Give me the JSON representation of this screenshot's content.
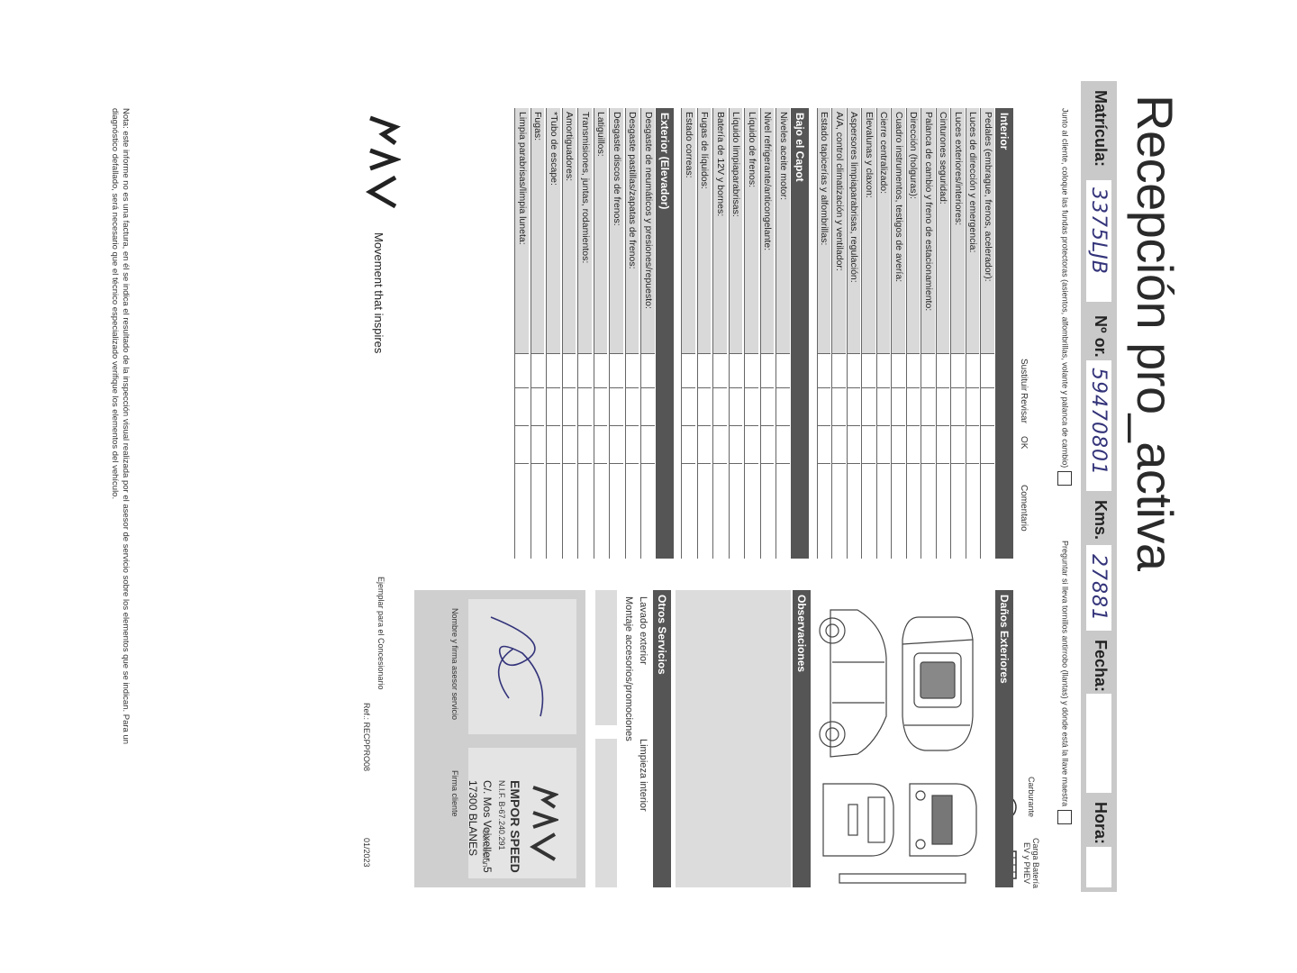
{
  "title": "Recepción pro_activa",
  "header": {
    "matricula_label": "Matrícula:",
    "matricula_value": "3375LJB",
    "nor_label": "Nº or.",
    "nor_value": "59470801",
    "kms_label": "Kms.",
    "kms_value": "27881",
    "fecha_label": "Fecha:",
    "hora_label": "Hora:"
  },
  "note_lines": [
    "Nota: este informe no es una factura, en él se indica el resultado de la inspección visual realizada por el asesor de servicio sobre los elementos que se indican. Para un",
    "diagnóstico defallado, será necesario que el técnico especializado verifique los elementos del vehículo."
  ],
  "instruction": "Junto al cliente, coloque las fundas protectoras (asientos, alfombrillas, volante y palanca de cambio)",
  "question": "Preguntar si lleva tornillos antirrobo (llantas) y dónde está la llave maestra",
  "fuel_label": "Carburante",
  "battery_label": "Carga Batería EV y PHEV",
  "column_headers": {
    "sustituir": "Sustituir",
    "revisar": "Revisar",
    "ok": "OK",
    "comentario": "Comentario"
  },
  "sections": {
    "interior": {
      "title": "Interior",
      "items": [
        "Pedales (embrague, frenos, acelerador):",
        "Luces de dirección y emergencia:",
        "Luces exteriores/interiores:",
        "Cinturones seguridad:",
        "Palanca de cambio y freno de estacionamiento:",
        "Dirección (holguras):",
        "Cuadro instrumentos, testigos de avería:",
        "Cierre centralizado:",
        "Elevalunas y claxon:",
        "Aspersores limpiaparabrisas, regulación:",
        "A/A, control climatización y ventilador:",
        "Estado tapicerías y alfombrillas:"
      ]
    },
    "bajo_capot": {
      "title": "Bajo el Capot",
      "items": [
        "Niveles aceite motor:",
        "Nivel refrigerante/anticongelante:",
        "Líquido de frenos:",
        "Líquido limpiaparabrisas:",
        "Batería de 12V y bornes:",
        "Fugas de líquidos:",
        "Estado correas:"
      ]
    },
    "exterior": {
      "title": "Exterior (Elevador)",
      "items": [
        "Desgaste de neumáticos y presiones/repuesto:",
        "Desgaste pastillas/zapatas de frenos:",
        "Desgaste discos de frenos:",
        "Latiguillos:",
        "Transmisiones, juntas, rodamientos:",
        "Amortiguadores:",
        "*Tubo de escape:",
        "Fugas:",
        "Limpia parabrisas/limpia luneta:"
      ]
    }
  },
  "danos_title": "Daños Exteriores",
  "observaciones_title": "Observaciones",
  "otros_title": "Otros Servicios",
  "services": [
    "Lavado exterior",
    "Limpieza interior",
    "Montaje accesorios/promociones"
  ],
  "signatures": {
    "asesor": "Nombre y firma asesor servicio",
    "cliente": "Firma cliente"
  },
  "stamp": {
    "name": "EMPOR SPEED",
    "nif": "N.I.F. B-67.240.291",
    "address": "C/. Mos Voixeller, 5",
    "city": "17300 BLANES",
    "overprint": "Concesión"
  },
  "tagline": "Movement that inspires",
  "copy_label": "Ejemplar para el Concesionario",
  "date_code": "01/2023",
  "ref": "Ref.: RECPPRO08"
}
